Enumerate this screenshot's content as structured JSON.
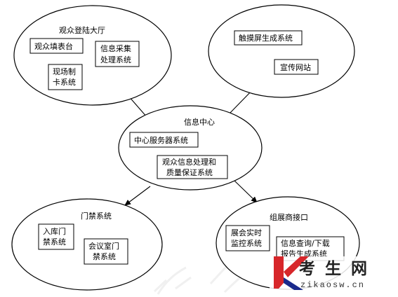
{
  "diagram": {
    "center": {
      "title": "信息中心",
      "boxes": [
        [
          "中心服务器系统"
        ],
        [
          "观众信息处理和",
          "质量保证系统"
        ]
      ]
    },
    "nodes": {
      "top_left": {
        "title": "观众登陆大厅",
        "boxes": [
          [
            "观众填表台"
          ],
          [
            "信息采集",
            "处理系统"
          ],
          [
            "现场制",
            "卡系统"
          ]
        ]
      },
      "top_right": {
        "title": "",
        "boxes": [
          [
            "触摸屏生成系统"
          ],
          [
            "宣传网站"
          ]
        ]
      },
      "bottom_left": {
        "title": "门禁系统",
        "boxes": [
          [
            "入库门",
            "禁系统"
          ],
          [
            "会议室门",
            "禁系统"
          ]
        ]
      },
      "bottom_right": {
        "title": "组展商接口",
        "boxes": [
          [
            "展会实时",
            "监控系统"
          ],
          [
            "信息查询/下载",
            "报告生成系统"
          ]
        ]
      }
    }
  },
  "watermark": {
    "logo_text": "考 生 网",
    "url": "zikaosw.cn",
    "colors": {
      "red": "#d7262a",
      "blue": "#1a2a8c"
    }
  }
}
